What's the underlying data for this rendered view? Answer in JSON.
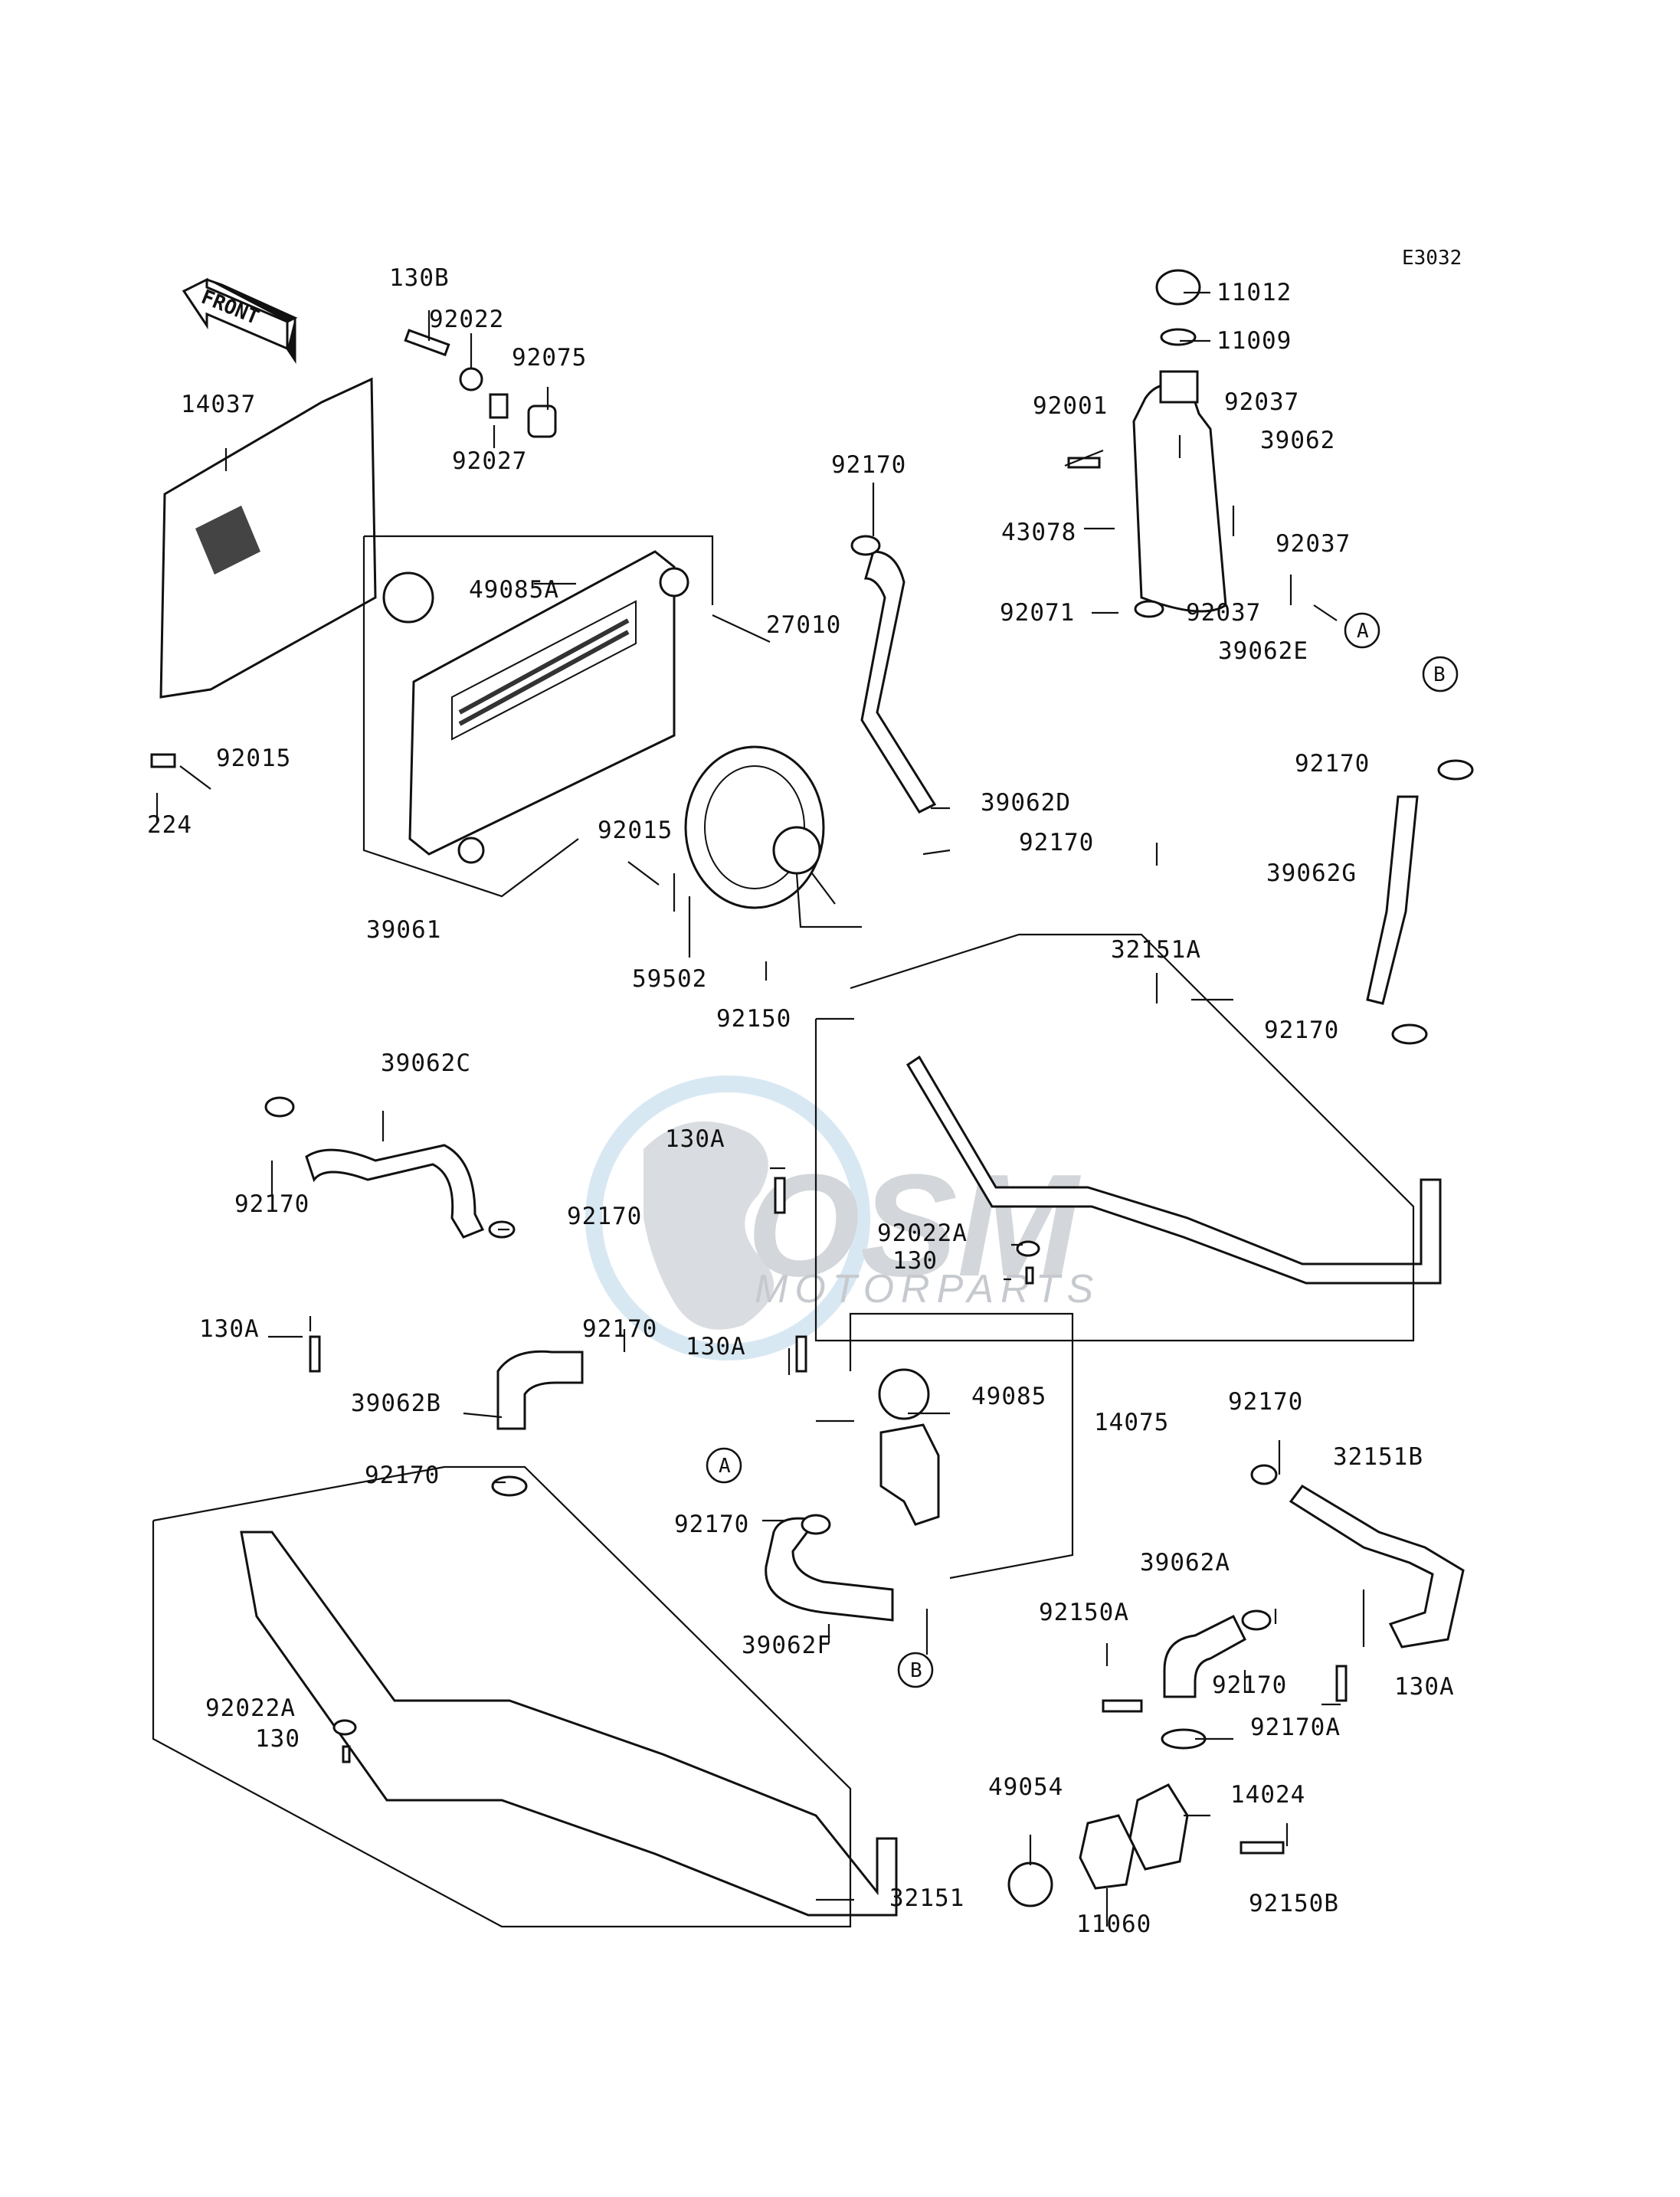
{
  "diagram": {
    "code": "E3032",
    "front_label": "FRONT",
    "watermark": {
      "brand": "OSM",
      "sub": "MOTORPARTS"
    },
    "labels": [
      "11012",
      "11009",
      "92001",
      "92037",
      "39062",
      "43078",
      "92037",
      "92071",
      "92037",
      "39062E",
      "A",
      "130B",
      "92022",
      "92075",
      "92027",
      "14037",
      "49085A",
      "27010",
      "92170",
      "92015",
      "224",
      "39061",
      "39062D",
      "92170",
      "92015",
      "59502",
      "92150",
      "B",
      "92170",
      "39062G",
      "32151A",
      "92170",
      "39062C",
      "92170",
      "92170",
      "130A",
      "92022A",
      "130",
      "130A",
      "92170",
      "130A",
      "49085",
      "14075",
      "39062B",
      "92170",
      "A",
      "92170",
      "39062F",
      "B",
      "92170",
      "32151B",
      "39062A",
      "92150A",
      "92170",
      "130A",
      "92170A",
      "92022A",
      "130",
      "49054",
      "14024",
      "11060",
      "92150B",
      "32151"
    ]
  }
}
